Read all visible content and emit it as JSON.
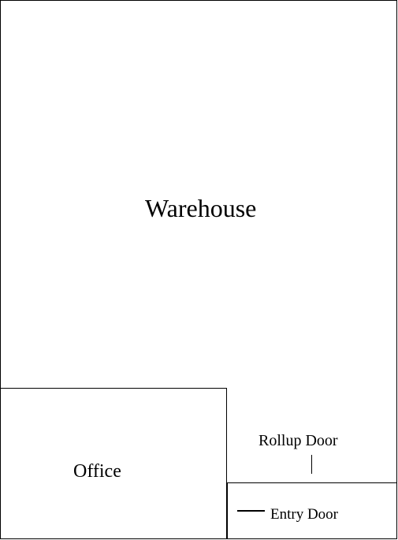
{
  "diagram": {
    "rooms": {
      "warehouse": {
        "label": "Warehouse"
      },
      "office": {
        "label": "Office"
      }
    },
    "doors": {
      "rollup": {
        "label": "Rollup Door"
      },
      "entry": {
        "label": "Entry Door"
      }
    },
    "line_color": "#000000",
    "background_color": "#ffffff"
  }
}
